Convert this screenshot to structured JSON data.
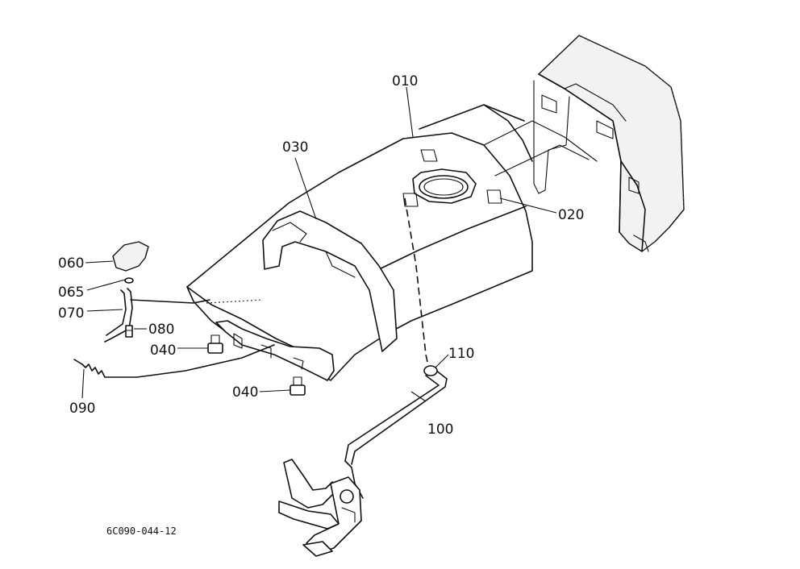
{
  "callouts": {
    "c010": "010",
    "c020": "020",
    "c030": "030",
    "c040a": "040",
    "c040b": "040",
    "c060": "060",
    "c065": "065",
    "c070": "070",
    "c080": "080",
    "c090": "090",
    "c100": "100",
    "c110": "110"
  },
  "figure_code": "6C090-044-12"
}
